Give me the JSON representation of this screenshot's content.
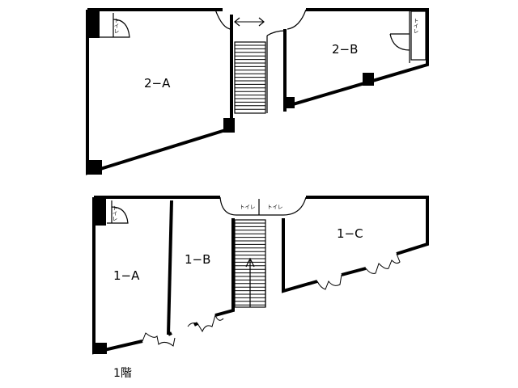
{
  "floor_2": {
    "rooms": [
      {
        "label": "2−A"
      },
      {
        "label": "2−B"
      }
    ],
    "toilet_label": "トイレ"
  },
  "floor_1": {
    "rooms": [
      {
        "label": "1−A"
      },
      {
        "label": "1−B"
      },
      {
        "label": "1−C"
      }
    ],
    "toilet_label": "トイレ",
    "toilet_label_center_left": "トイレ",
    "toilet_label_center_right": "トイレ"
  },
  "floor_caption": "1階"
}
